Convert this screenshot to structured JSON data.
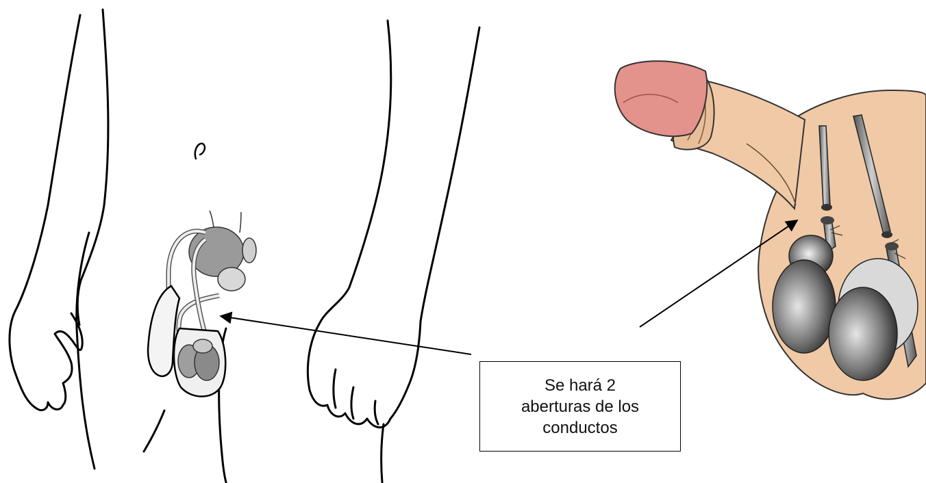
{
  "callout": {
    "lines": [
      "Se hará 2",
      "aberturas de los",
      "conductos"
    ]
  },
  "colors": {
    "line": "#000000",
    "skin": "#f0c9a6",
    "glans": "#e4928c",
    "organ_gray": "#bdbdbd",
    "organ_dark": "#7a7a7a",
    "organ_light": "#e2e2e2"
  }
}
